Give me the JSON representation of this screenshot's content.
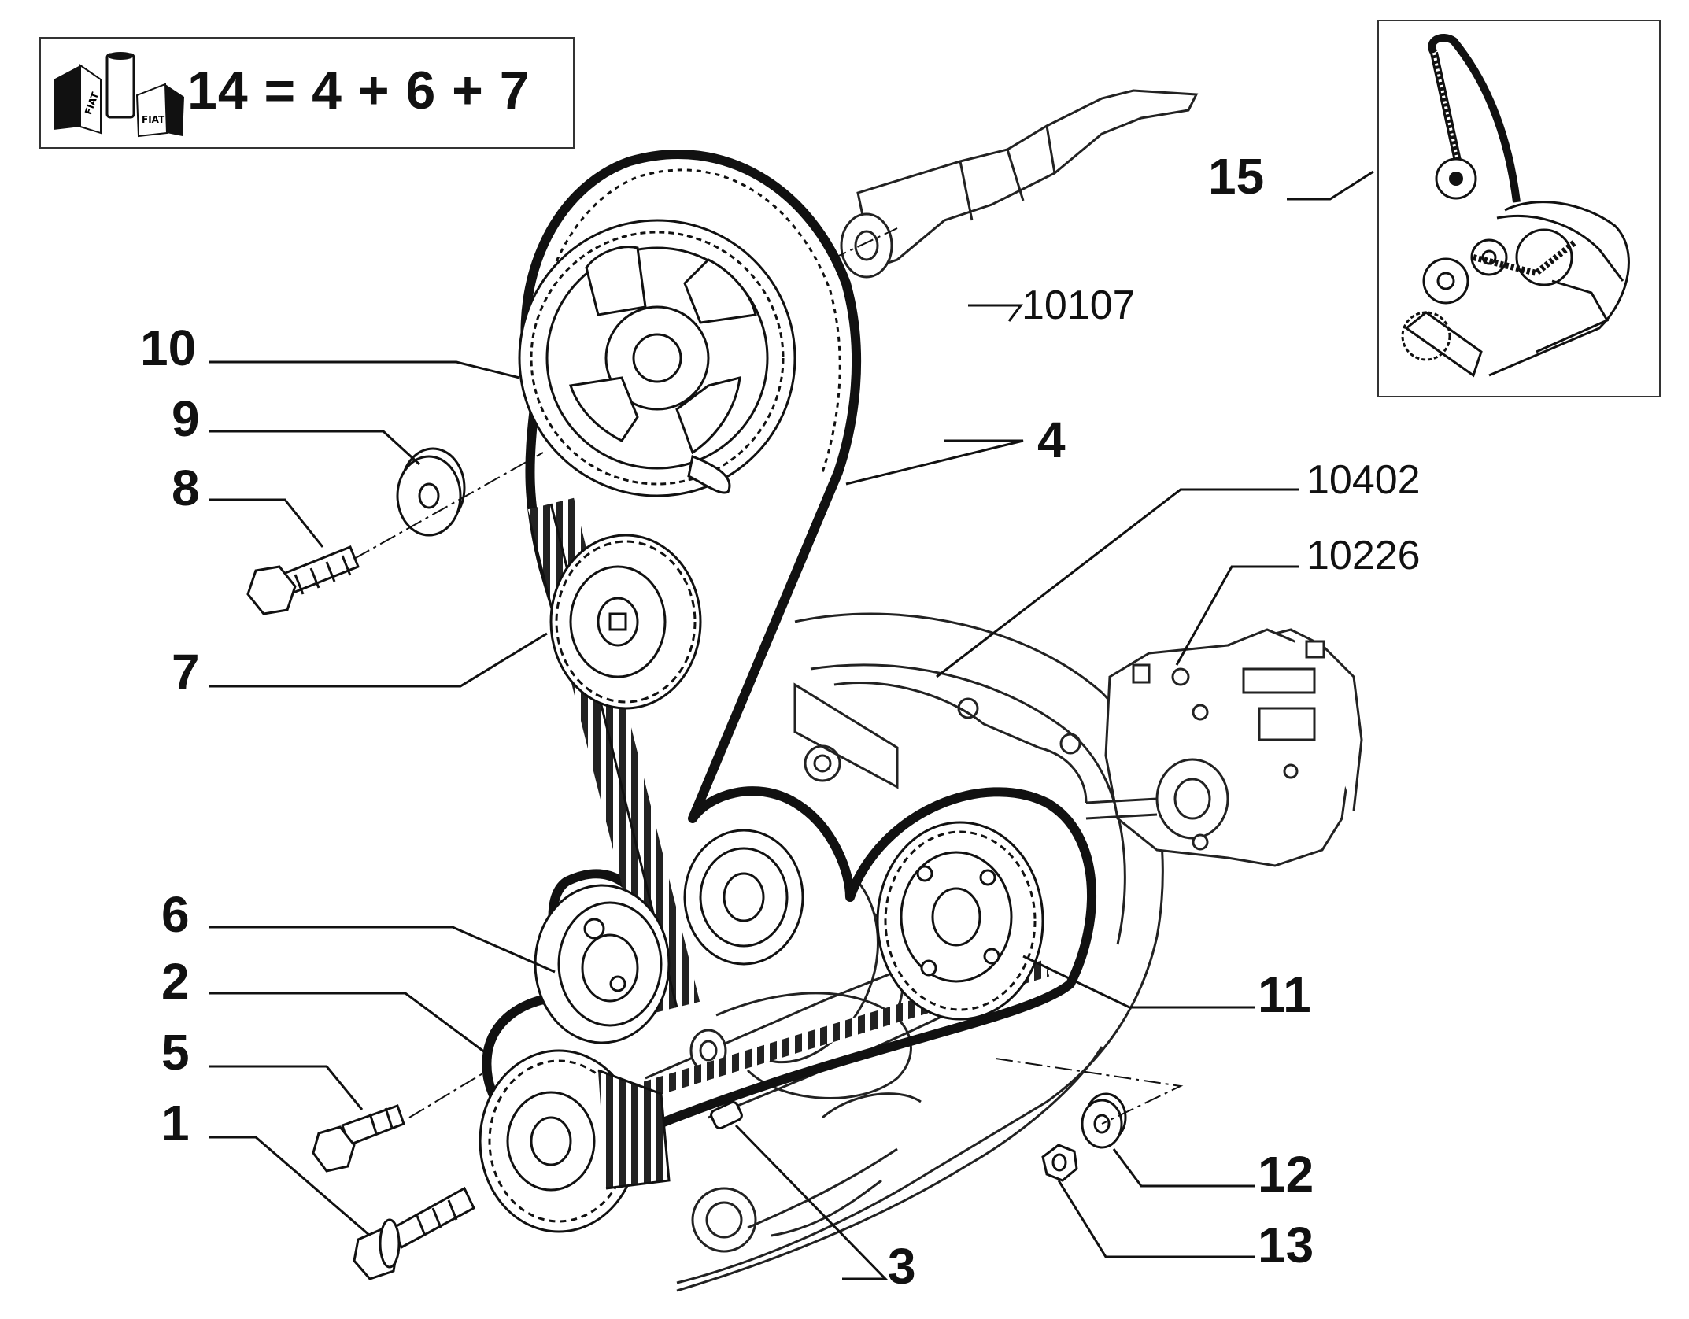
{
  "kit": {
    "formula": "14 = 4 + 6 + 7",
    "icon": "fiat-parts-kit-icon",
    "icon_text": "FIAT"
  },
  "callouts": {
    "c1": "1",
    "c2": "2",
    "c3": "3",
    "c4": "4",
    "c5": "5",
    "c6": "6",
    "c7": "7",
    "c8": "8",
    "c9": "9",
    "c10": "10",
    "c11": "11",
    "c12": "12",
    "c13": "13",
    "c15": "15"
  },
  "references": {
    "r10107": "10107",
    "r10402": "10402",
    "r10226": "10226"
  }
}
